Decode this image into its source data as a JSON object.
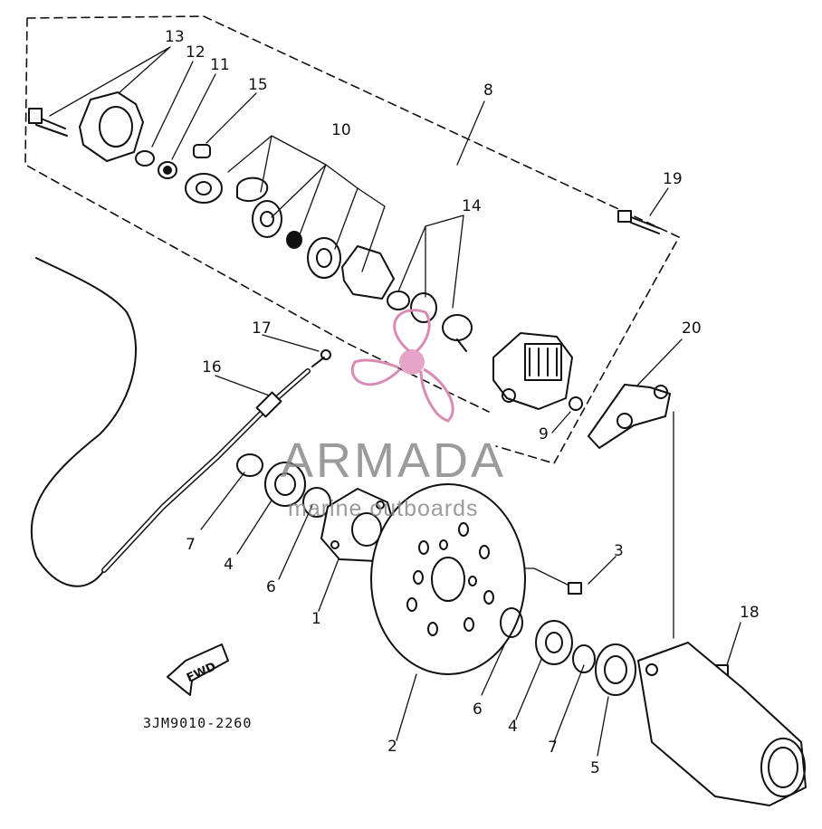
{
  "diagram": {
    "drawing_code": "3JM9010-2260",
    "fwd_label": "FWD",
    "watermark": {
      "brand": "ARMADA",
      "tagline": "marine outboards"
    },
    "callouts": [
      {
        "id": "c13",
        "label": "13"
      },
      {
        "id": "c12",
        "label": "12"
      },
      {
        "id": "c11",
        "label": "11"
      },
      {
        "id": "c15",
        "label": "15"
      },
      {
        "id": "c10",
        "label": "10"
      },
      {
        "id": "c8",
        "label": "8"
      },
      {
        "id": "c19",
        "label": "19"
      },
      {
        "id": "c14",
        "label": "14"
      },
      {
        "id": "c17",
        "label": "17"
      },
      {
        "id": "c16",
        "label": "16"
      },
      {
        "id": "c20",
        "label": "20"
      },
      {
        "id": "c9",
        "label": "9"
      },
      {
        "id": "c7a",
        "label": "7"
      },
      {
        "id": "c4a",
        "label": "4"
      },
      {
        "id": "c6a",
        "label": "6"
      },
      {
        "id": "c1",
        "label": "1"
      },
      {
        "id": "c3",
        "label": "3"
      },
      {
        "id": "c18",
        "label": "18"
      },
      {
        "id": "c6b",
        "label": "6"
      },
      {
        "id": "c4b",
        "label": "4"
      },
      {
        "id": "c7b",
        "label": "7"
      },
      {
        "id": "c5",
        "label": "5"
      },
      {
        "id": "c2",
        "label": "2"
      }
    ]
  }
}
